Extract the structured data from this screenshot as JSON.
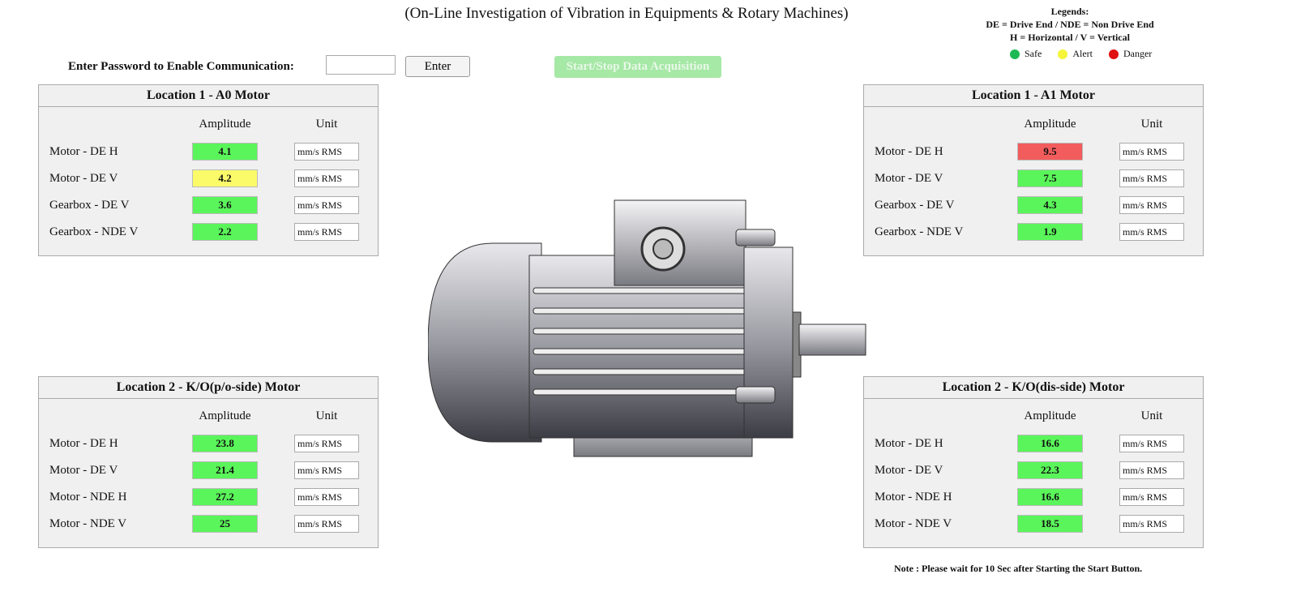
{
  "title": "(On-Line Investigation  of Vibration in Equipments & Rotary Machines)",
  "legend": {
    "heading": "Legends:",
    "line1": "DE = Drive End / NDE = Non Drive End",
    "line2": "H = Horizontal / V = Vertical",
    "items": [
      {
        "label": "Safe",
        "color": "#1db954"
      },
      {
        "label": "Alert",
        "color": "#f5f53a"
      },
      {
        "label": "Danger",
        "color": "#e01010"
      }
    ]
  },
  "controls": {
    "password_label": "Enter Password to Enable Communication:",
    "password_value": "",
    "enter_label": "Enter",
    "start_label": "Start/Stop Data Acquisition"
  },
  "status_colors": {
    "safe": "#5af55a",
    "alert": "#fbfb6a",
    "danger": "#f25c5c"
  },
  "panels": [
    {
      "title": "Location 1 - A0 Motor",
      "amp_header": "Amplitude",
      "unit_header": "Unit",
      "rows": [
        {
          "label": "Motor - DE H",
          "value": "4.1",
          "unit": "mm/s RMS",
          "status": "safe"
        },
        {
          "label": "Motor - DE V",
          "value": "4.2",
          "unit": "mm/s RMS",
          "status": "alert"
        },
        {
          "label": "Gearbox - DE V",
          "value": "3.6",
          "unit": "mm/s RMS",
          "status": "safe"
        },
        {
          "label": "Gearbox - NDE V",
          "value": "2.2",
          "unit": "mm/s RMS",
          "status": "safe"
        }
      ]
    },
    {
      "title": "Location 1 - A1 Motor",
      "amp_header": "Amplitude",
      "unit_header": "Unit",
      "rows": [
        {
          "label": "Motor - DE H",
          "value": "9.5",
          "unit": "mm/s RMS",
          "status": "danger"
        },
        {
          "label": "Motor - DE V",
          "value": "7.5",
          "unit": "mm/s RMS",
          "status": "safe"
        },
        {
          "label": "Gearbox - DE V",
          "value": "4.3",
          "unit": "mm/s RMS",
          "status": "safe"
        },
        {
          "label": "Gearbox - NDE V",
          "value": "1.9",
          "unit": "mm/s RMS",
          "status": "safe"
        }
      ]
    },
    {
      "title": "Location 2 - K/O(p/o-side) Motor",
      "amp_header": "Amplitude",
      "unit_header": "Unit",
      "rows": [
        {
          "label": "Motor - DE H",
          "value": "23.8",
          "unit": "mm/s RMS",
          "status": "safe"
        },
        {
          "label": "Motor - DE V",
          "value": "21.4",
          "unit": "mm/s RMS",
          "status": "safe"
        },
        {
          "label": "Motor - NDE H",
          "value": "27.2",
          "unit": "mm/s RMS",
          "status": "safe"
        },
        {
          "label": "Motor - NDE V",
          "value": "25",
          "unit": "mm/s RMS",
          "status": "safe"
        }
      ]
    },
    {
      "title": "Location 2 - K/O(dis-side) Motor",
      "amp_header": "Amplitude",
      "unit_header": "Unit",
      "rows": [
        {
          "label": "Motor - DE H",
          "value": "16.6",
          "unit": "mm/s RMS",
          "status": "safe"
        },
        {
          "label": "Motor - DE V",
          "value": "22.3",
          "unit": "mm/s RMS",
          "status": "safe"
        },
        {
          "label": "Motor - NDE H",
          "value": "16.6",
          "unit": "mm/s RMS",
          "status": "safe"
        },
        {
          "label": "Motor - NDE V",
          "value": "18.5",
          "unit": "mm/s RMS",
          "status": "safe"
        }
      ]
    }
  ],
  "note": "Note :  Please wait for 10 Sec after Starting the Start Button."
}
